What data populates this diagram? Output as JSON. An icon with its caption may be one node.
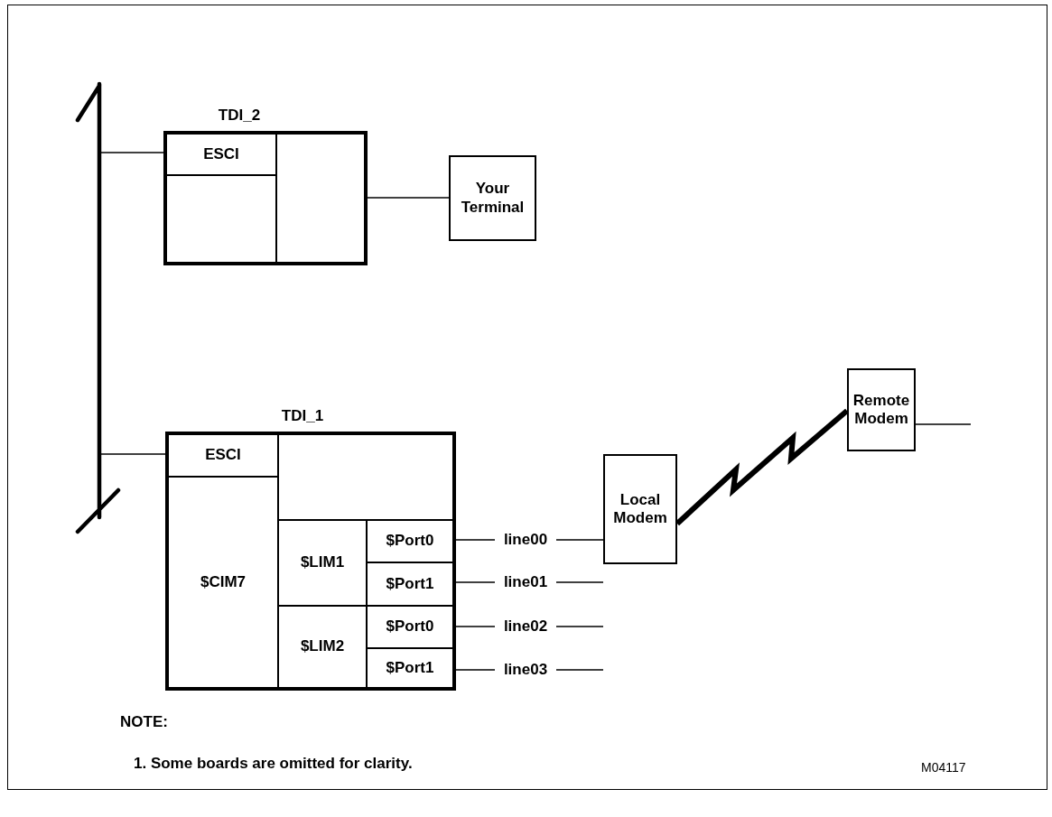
{
  "diagram": {
    "nodes": [
      {
        "text": [],
        "shape": "bar"
      },
      {
        "text": [
          "TDI_2"
        ]
      },
      {
        "text": [
          "ESCI"
        ],
        "in": 1
      },
      {
        "text": [],
        "shape": "box",
        "in": 1
      },
      {
        "text": [],
        "shape": "box",
        "in": 1
      },
      {
        "text": [
          "Your Terminal"
        ]
      },
      {
        "text": [
          "TDI_1"
        ]
      },
      {
        "text": [
          "ESCI"
        ],
        "in": 6
      },
      {
        "text": [
          "$CIM7"
        ],
        "in": 6
      },
      {
        "text": [],
        "shape": "box",
        "in": 6
      },
      {
        "text": [
          "$LIM1"
        ],
        "in": 6
      },
      {
        "text": [
          "$Port0"
        ],
        "in": 6
      },
      {
        "text": [
          "$Port1"
        ],
        "in": 6
      },
      {
        "text": [
          "$LIM2"
        ],
        "in": 6
      },
      {
        "text": [
          "$Port0"
        ],
        "in": 6
      },
      {
        "text": [
          "$Port1"
        ],
        "in": 6
      },
      {
        "text": [
          "line00"
        ]
      },
      {
        "text": [
          "line01"
        ]
      },
      {
        "text": [
          "line02"
        ]
      },
      {
        "text": [
          "line03"
        ]
      },
      {
        "text": [
          "Local Modem"
        ]
      },
      {
        "text": [
          "Remote Modem"
        ]
      }
    ],
    "edges": [
      {
        "from": 0,
        "to": 2,
        "arrow": "none"
      },
      {
        "from": 4,
        "to": 5,
        "arrow": "none"
      },
      {
        "from": 0,
        "to": 7,
        "arrow": "none"
      },
      {
        "from": 11,
        "to": 16,
        "arrow": "none"
      },
      {
        "from": 12,
        "to": 17,
        "arrow": "none"
      },
      {
        "from": 14,
        "to": 18,
        "arrow": "none"
      },
      {
        "from": 15,
        "to": 19,
        "arrow": "none"
      },
      {
        "from": 16,
        "to": 20,
        "arrow": "none"
      },
      {
        "from": 17,
        "to": null,
        "arrow": "none"
      },
      {
        "from": 18,
        "to": null,
        "arrow": "none"
      },
      {
        "from": 19,
        "to": null,
        "arrow": "none"
      },
      {
        "from": 20,
        "to": 21,
        "arrow": "none",
        "style": "thick"
      },
      {
        "from": 21,
        "to": null,
        "arrow": "none"
      }
    ],
    "labels": [
      "NOTE:",
      "1. Some boards are omitted for clarity.",
      "M04117"
    ]
  }
}
